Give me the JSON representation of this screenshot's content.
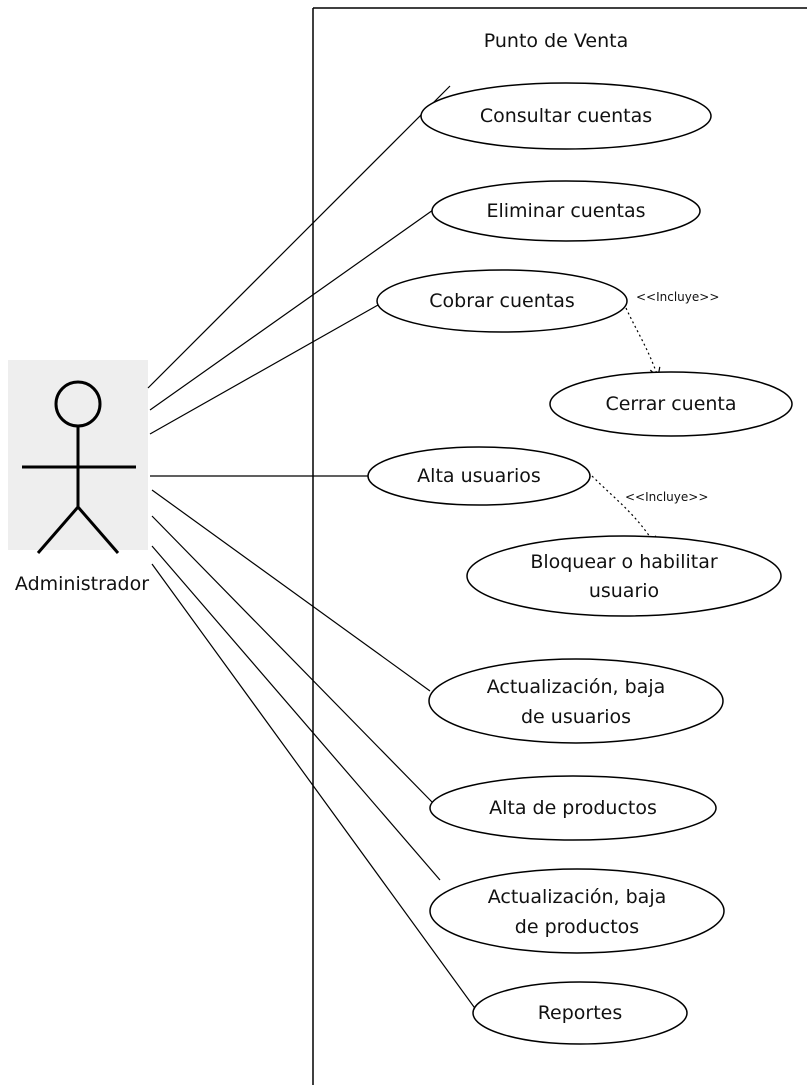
{
  "system": {
    "title": "Punto de Venta"
  },
  "actor": {
    "name": "Administrador"
  },
  "use_cases": {
    "consultar": "Consultar cuentas",
    "eliminar": "Eliminar cuentas",
    "cobrar": "Cobrar cuentas",
    "cerrar": "Cerrar cuenta",
    "alta_usuarios": "Alta usuarios",
    "bloquear": [
      "Bloquear o habilitar",
      "usuario"
    ],
    "act_usuarios": [
      "Actualización, baja",
      "de usuarios"
    ],
    "alta_productos": "Alta de productos",
    "act_productos": [
      "Actualización, baja",
      "de productos"
    ],
    "reportes": "Reportes"
  },
  "relations": {
    "include_1": "<<Incluye>>",
    "include_2": "<<Incluye>>"
  },
  "colors": {
    "actor_bg": "#eeeeee",
    "line": "#000000"
  }
}
